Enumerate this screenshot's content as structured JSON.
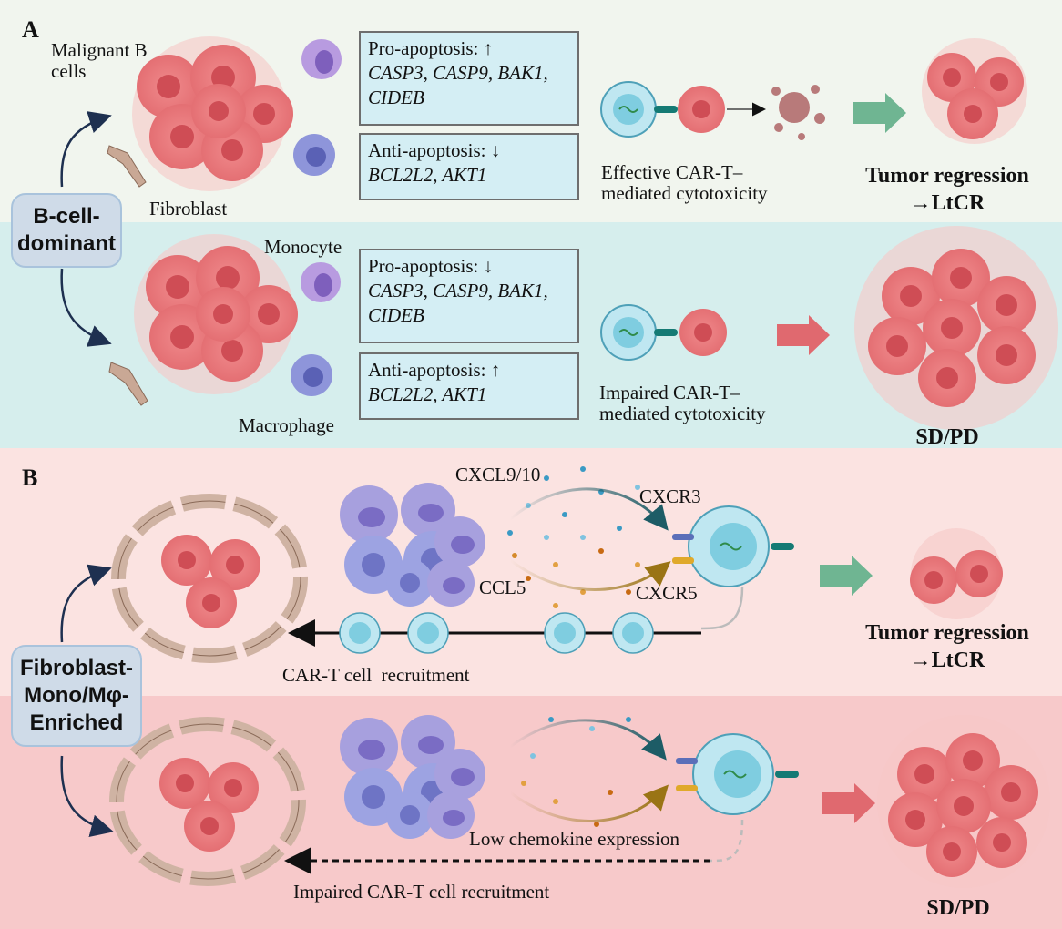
{
  "panel_a": {
    "letter": "A",
    "group_label": "B-cell-\ndominant",
    "top": {
      "cell_labels": {
        "malignant": "Malignant B\ncells",
        "fibroblast": "Fibroblast"
      },
      "pro_title": "Pro-apoptosis:",
      "pro_arrow": "↑",
      "pro_genes": "CASP3, CASP9, BAK1,\nCIDEB",
      "anti_title": "Anti-apoptosis:",
      "anti_arrow": "↓",
      "anti_genes": "BCL2L2, AKT1",
      "mechanism": "Effective CAR-T–\nmediated cytotoxicity",
      "outcome": "Tumor regression\n→LtCR"
    },
    "bottom": {
      "cell_labels": {
        "monocyte": "Monocyte",
        "macrophage": "Macrophage"
      },
      "pro_title": "Pro-apoptosis:",
      "pro_arrow": "↓",
      "pro_genes": "CASP3, CASP9, BAK1,\nCIDEB",
      "anti_title": "Anti-apoptosis:",
      "anti_arrow": "↑",
      "anti_genes": "BCL2L2, AKT1",
      "mechanism": "Impaired CAR-T–\nmediated cytotoxicity",
      "outcome": "SD/PD"
    }
  },
  "panel_b": {
    "letter": "B",
    "group_label": "Fibroblast-\nMono/Mφ-\nEnriched",
    "top": {
      "chemokine_1": "CXCL9/10",
      "receptor_1": "CXCR3",
      "chemokine_2": "CCL5",
      "receptor_2": "CXCR5",
      "recruitment": "CAR-T cell  recruitment",
      "outcome": "Tumor regression\n→LtCR"
    },
    "bottom": {
      "low_expression": "Low chemokine expression",
      "recruitment": "Impaired CAR-T cell recruitment",
      "outcome": "SD/PD"
    }
  },
  "colors": {
    "band_a_top": "#f1f5ee",
    "band_a_bottom": "#d6eeed",
    "band_b_top": "#fbe3e1",
    "band_b_bottom": "#f7c9ca",
    "tumor": "#e97d7f",
    "tumor_light": "#f4b1b1",
    "good_arrow": "#6fb592",
    "bad_arrow": "#e0696f",
    "myeloid": "#9a97d9",
    "fibroblast": "#cfb3a3"
  }
}
